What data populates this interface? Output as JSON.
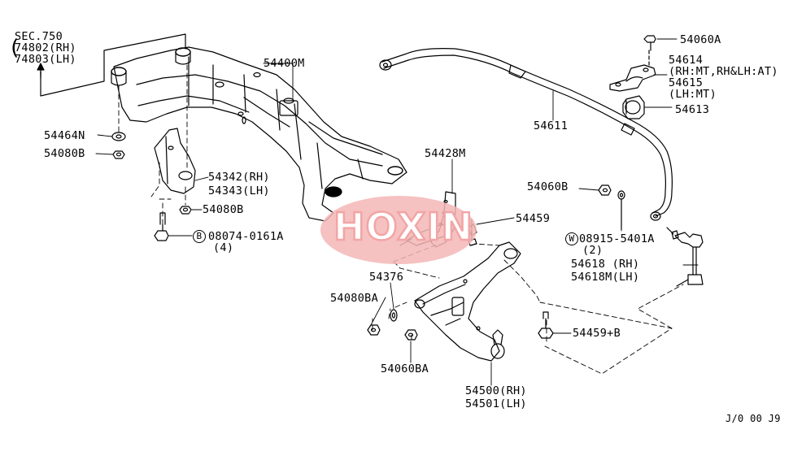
{
  "watermark": {
    "text": "HOXIN",
    "color": "#f2a5a5"
  },
  "labels": {
    "sec750": "SEC.750",
    "p74802": "74802(RH)",
    "p74803": "74803(LH)",
    "p54400M": "54400M",
    "p54464N": "54464N",
    "p54080B_1": "54080B",
    "p54342": "54342(RH)",
    "p54343": "54343(LH)",
    "p54080B_2": "54080B",
    "p08074": "08074-0161A",
    "p08074_qty": "(4)",
    "p08074_mark": "B",
    "p54428M": "54428M",
    "p54459": "54459",
    "p54376": "54376",
    "p54080BA": "54080BA",
    "p54060BA": "54060BA",
    "p54459B": "54459+B",
    "p54500": "54500(RH)",
    "p54501": "54501(LH)",
    "p54060A": "54060A",
    "p54614": "54614",
    "p54614_note": "(RH:MT,RH&LH:AT)",
    "p54615": "54615",
    "p54615_note": "(LH:MT)",
    "p54613": "54613",
    "p54611": "54611",
    "p54060B": "54060B",
    "p08915": "08915-5401A",
    "p08915_qty": "(2)",
    "p08915_mark": "W",
    "p54618": "54618 (RH)",
    "p54618M": "54618M(LH)",
    "code": "J/0 00 J9"
  }
}
